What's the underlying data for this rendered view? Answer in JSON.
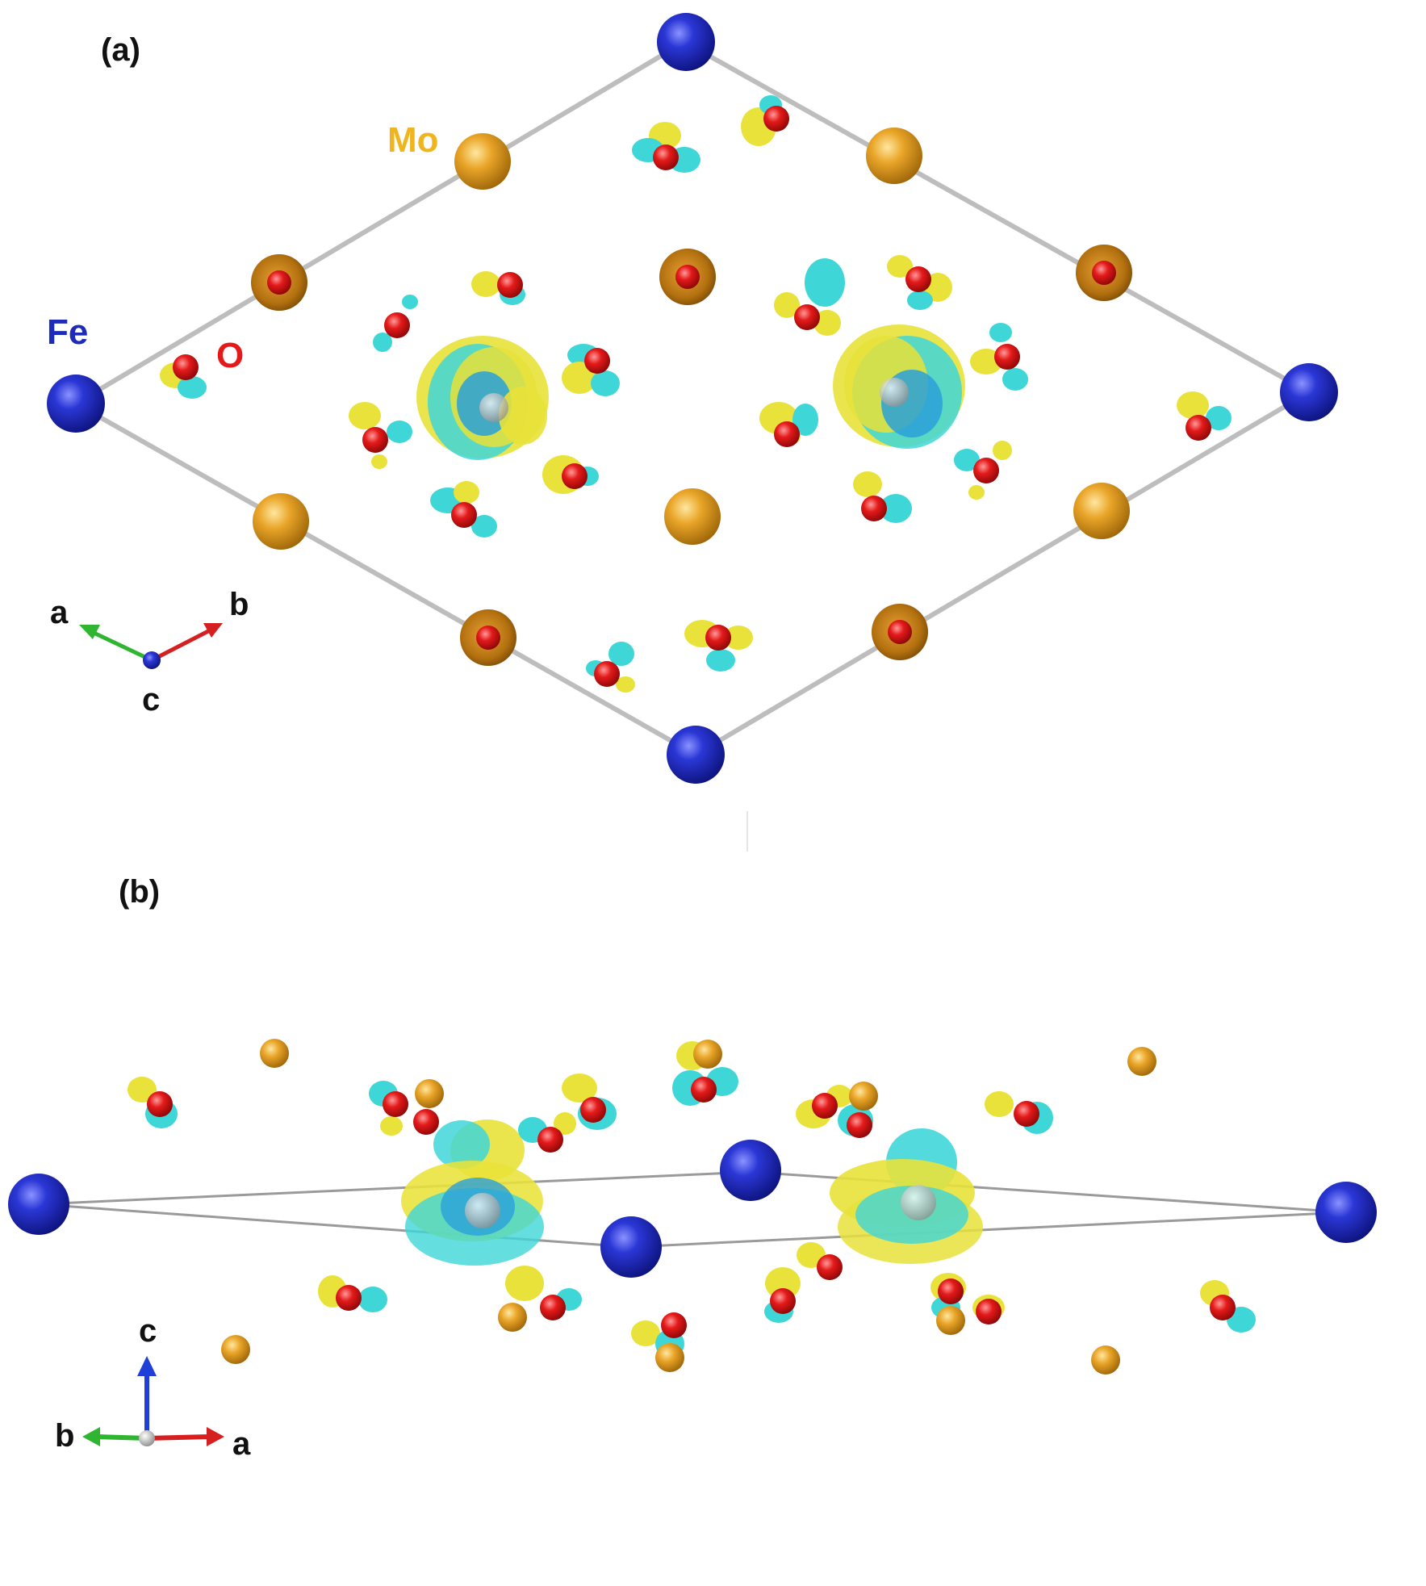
{
  "panels": {
    "a": {
      "label": "(a)"
    },
    "b": {
      "label": "(b)"
    }
  },
  "species": {
    "fe": {
      "label": "Fe",
      "color": "#1e2bb8"
    },
    "mo": {
      "label": "Mo",
      "color": "#f0b41e"
    },
    "o": {
      "label": "O",
      "color": "#e41a1a"
    }
  },
  "axes_a": {
    "a": "a",
    "b": "b",
    "c": "c"
  },
  "axes_b": {
    "a": "a",
    "b": "b",
    "c": "c"
  },
  "colors": {
    "isosurface_positive": "#e8e23a",
    "isosurface_negative": "#3fd6d8",
    "cell_edge": "#bdbdbd",
    "axis_a": "#2fb52f",
    "axis_b": "#d42020",
    "axis_c": "#1f3fd8"
  }
}
